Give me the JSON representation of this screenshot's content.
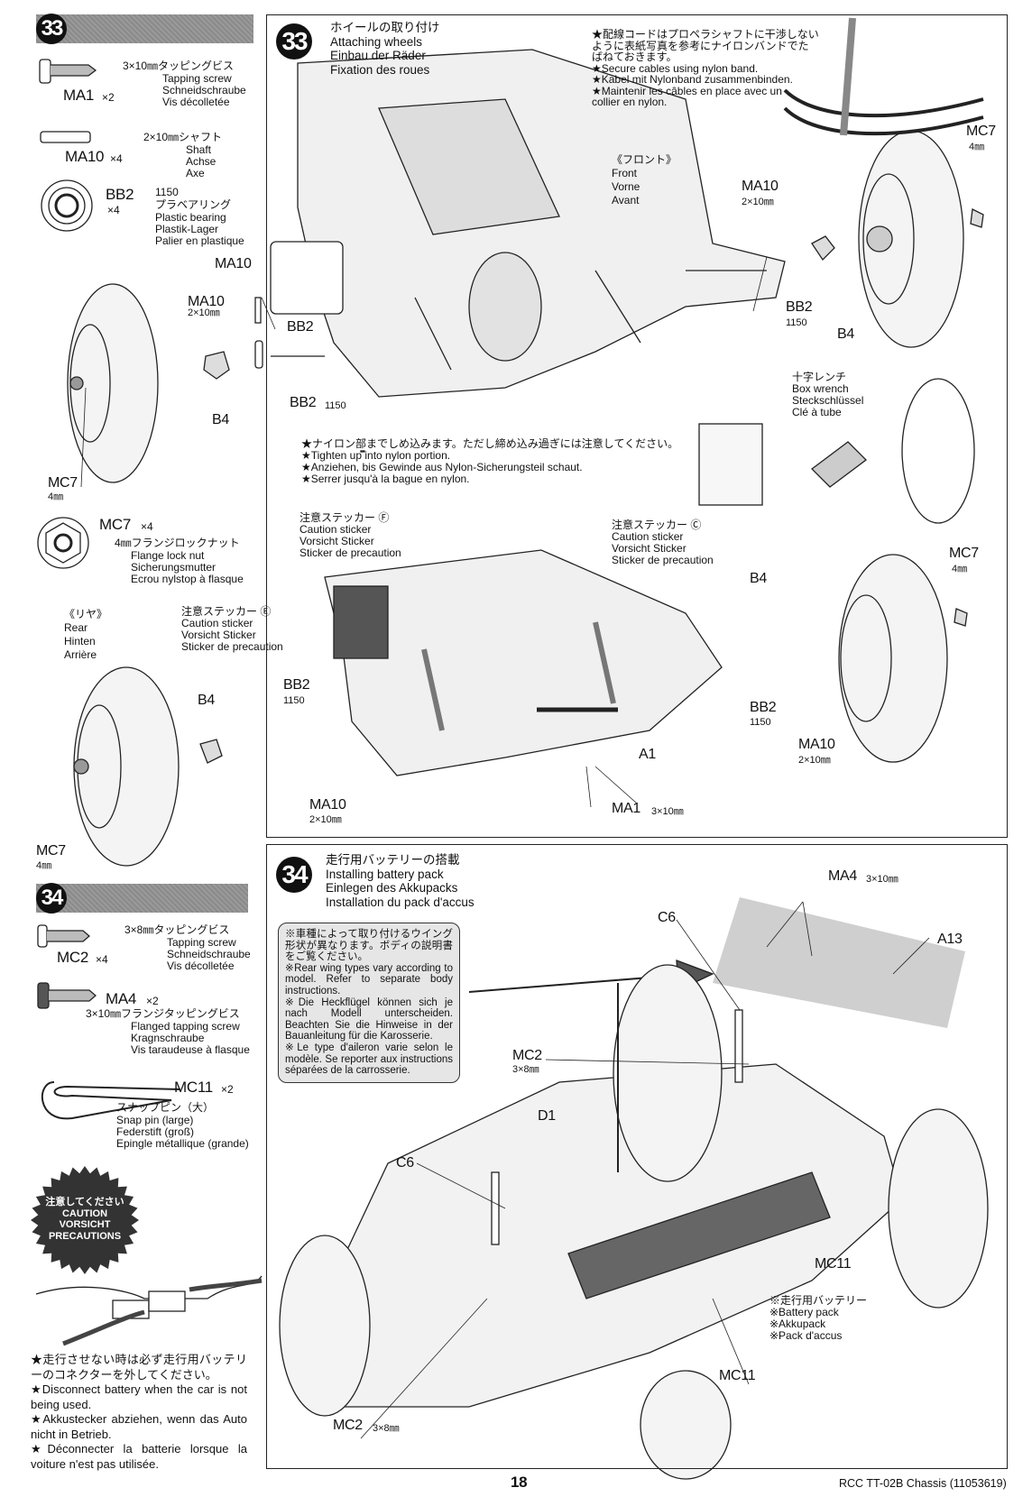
{
  "step33": {
    "number": "33",
    "title_ja": "ホイールの取り付け",
    "title_en": "Attaching wheels",
    "title_de": "Einbau der Räder",
    "title_fr": "Fixation des roues",
    "parts": {
      "ma1": {
        "code": "MA1",
        "qty": "×2",
        "ja": "3×10㎜タッピングビス",
        "en": "Tapping screw",
        "de": "Schneidschraube",
        "fr": "Vis décolletée"
      },
      "ma10": {
        "code": "MA10",
        "qty": "×4",
        "ja": "2×10㎜シャフト",
        "en": "Shaft",
        "de": "Achse",
        "fr": "Axe"
      },
      "bb2": {
        "code": "BB2",
        "qty": "×4",
        "num": "1150",
        "ja": "プラベアリング",
        "en": "Plastic bearing",
        "de": "Plastik-Lager",
        "fr": "Palier en plastique"
      },
      "mc7": {
        "code": "MC7",
        "qty": "×4",
        "ja": "4㎜フランジロックナット",
        "en": "Flange lock nut",
        "de": "Sicherungsmutter",
        "fr": "Ecrou nylstop à flasque"
      }
    },
    "cable_note": {
      "ja1": "★配線コードはプロペラシャフトに干渉しない",
      "ja2": "ように表紙写真を参考にナイロンバンドでた",
      "ja3": "ばねておきます。",
      "en": "★Secure cables using nylon band.",
      "de": "★Kabel mit Nylonband zusammenbinden.",
      "fr1": "★Maintenir les câbles en place avec un",
      "fr2": "collier en nylon."
    },
    "front": {
      "ja": "《フロント》",
      "en": "Front",
      "de": "Vorne",
      "fr": "Avant"
    },
    "rear": {
      "ja": "《リヤ》",
      "en": "Rear",
      "de": "Hinten",
      "fr": "Arrière"
    },
    "box_wrench": {
      "ja": "十字レンチ",
      "en": "Box wrench",
      "de": "Steckschlüssel",
      "fr": "Clé à tube"
    },
    "nylon_note": {
      "ja": "★ナイロン部までしめ込みます。ただし締め込み過ぎには注意してください。",
      "en": "★Tighten up into nylon portion.",
      "de": "★Anziehen, bis Gewinde aus Nylon-Sicherungsteil schaut.",
      "fr": "★Serrer jusqu'à la bague en nylon."
    },
    "sticker_f": {
      "ja": "注意ステッカー Ⓕ",
      "en": "Caution sticker",
      "de": "Vorsicht Sticker",
      "fr": "Sticker de precaution"
    },
    "sticker_c": {
      "ja": "注意ステッカー Ⓒ",
      "en": "Caution sticker",
      "de": "Vorsicht Sticker",
      "fr": "Sticker de precaution"
    },
    "sticker_e": {
      "ja": "注意ステッカー Ⓔ",
      "en": "Caution sticker",
      "de": "Vorsicht Sticker",
      "fr": "Sticker de precaution"
    },
    "labels": {
      "mc7": "MC7",
      "mm4": "4㎜",
      "ma10": "MA10",
      "mm2x10": "2×10㎜",
      "bb2": "BB2",
      "n1150": "1150",
      "b4": "B4",
      "a1": "A1",
      "ma1": "MA1",
      "mm3x10": "3×10㎜"
    }
  },
  "step34": {
    "number": "34",
    "title_ja": "走行用バッテリーの搭載",
    "title_en": "Installing battery pack",
    "title_de": "Einlegen des Akkupacks",
    "title_fr": "Installation du pack d'accus",
    "parts": {
      "mc2": {
        "code": "MC2",
        "qty": "×4",
        "ja": "3×8㎜タッピングビス",
        "en": "Tapping screw",
        "de": "Schneidschraube",
        "fr": "Vis décolletée"
      },
      "ma4": {
        "code": "MA4",
        "qty": "×2",
        "ja": "3×10㎜フランジタッピングビス",
        "en": "Flanged tapping screw",
        "de": "Kragnschraube",
        "fr": "Vis taraudeuse à flasque"
      },
      "mc11": {
        "code": "MC11",
        "qty": "×2",
        "ja": "スナップピン（大）",
        "en": "Snap pin (large)",
        "de": "Federstift (groß)",
        "fr": "Epingle métallique (grande)"
      }
    },
    "wing_note": [
      "※車種によって取り付けるウイング形状が異なります。ボディの説明書をご覧ください。",
      "※Rear wing types vary according to model. Refer to separate body instructions.",
      "※Die Heckflügel können sich je nach Modell unterscheiden. Beachten Sie die Hinweise in der Bauanleitung für die Karosserie.",
      "※Le type d'aileron varie selon le modèle. Se reporter aux instructions séparées de la carrosserie."
    ],
    "caution_badge": {
      "ja": "注意してください",
      "en": "CAUTION",
      "de": "VORSICHT",
      "fr": "PRECAUTIONS"
    },
    "caution_text": {
      "ja": "★走行させない時は必ず走行用バッテリーのコネクターを外してください。",
      "en": "★Disconnect battery when the car is not being used.",
      "de": "★Akkustecker abziehen, wenn das Auto nicht in Betrieb.",
      "fr": "★Déconnecter la batterie lorsque la voiture n'est pas utilisée."
    },
    "battery": {
      "ja": "※走行用バッテリー",
      "en": "※Battery pack",
      "de": "※Akkupack",
      "fr": "※Pack d'accus"
    },
    "labels": {
      "ma4": "MA4",
      "mm3x10": "3×10㎜",
      "c6": "C6",
      "a13": "A13",
      "mc2": "MC2",
      "mm3x8": "3×8㎜",
      "d1": "D1",
      "mc11": "MC11"
    }
  },
  "footer": {
    "page": "18",
    "model": "RCC TT-02B Chassis (11053619)"
  }
}
